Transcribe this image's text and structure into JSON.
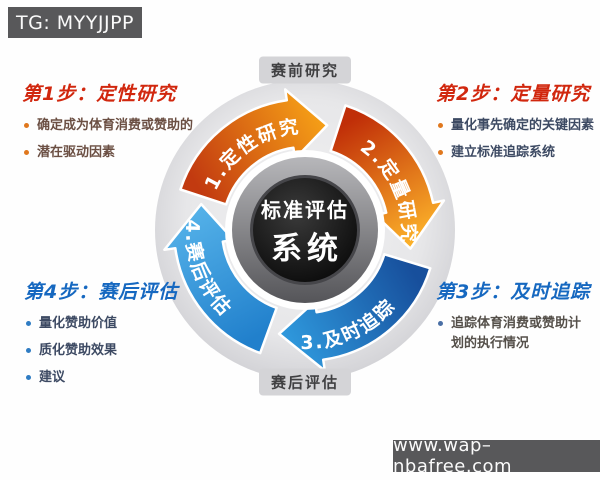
{
  "watermarks": {
    "tg_label": "TG: MYYJJPP",
    "site_label": "www.wap–nbafree.com",
    "bar_color": "#58585a"
  },
  "diagram": {
    "top_label": "赛前研究",
    "bottom_label": "赛后评估",
    "center": {
      "line1": "标准评估",
      "line2": "系统"
    },
    "arrows": [
      {
        "label": "1.定性研究",
        "color_from": "#c23a10",
        "color_to": "#f6a017"
      },
      {
        "label": "2.定量研究",
        "color_from": "#c02e08",
        "color_to": "#fdb42a"
      },
      {
        "label": "3.及时追踪",
        "color_from": "#174f9c",
        "color_to": "#2f9ade"
      },
      {
        "label": "4.赛后评估",
        "color_from": "#2180cc",
        "color_to": "#55b2e9"
      }
    ]
  },
  "steps": [
    {
      "title": "第1步：定性研究",
      "title_color": "#d1270e",
      "dot_color": "#e0781e",
      "text_color": "#6b4f43",
      "bullets": [
        "确定成为体育消费或赞助的",
        "潜在驱动因素"
      ]
    },
    {
      "title": "第2步：定量研究",
      "title_color": "#d1270e",
      "dot_color": "#e0781e",
      "text_color": "#3d4a63",
      "bullets": [
        "量化事先确定的关键因素",
        "建立标准追踪系统"
      ]
    },
    {
      "title": "第3步：及时追踪",
      "title_color": "#1668c0",
      "dot_color": "#4a6fa5",
      "text_color": "#55504a",
      "bullets": [
        "追踪体育消费或赞助计划的执行情况"
      ]
    },
    {
      "title": "第4步：赛后评估",
      "title_color": "#1668c0",
      "dot_color": "#2f7cc3",
      "text_color": "#3d4a63",
      "bullets": [
        "量化赞助价值",
        "质化赞助效果",
        "建议"
      ]
    }
  ]
}
